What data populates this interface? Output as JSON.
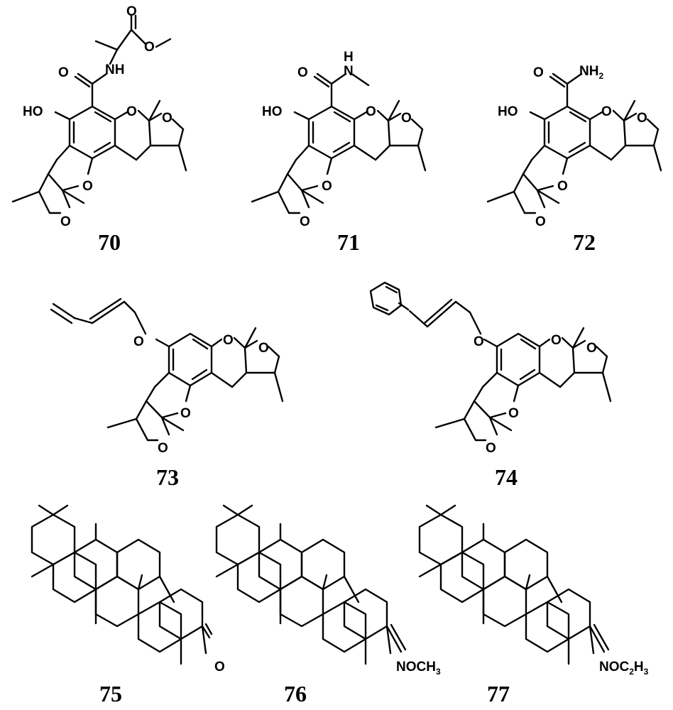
{
  "compounds": [
    {
      "id": "70",
      "amide_labels": {
        "o_carbonyl": "O",
        "n": "NH",
        "ester_o1": "O",
        "ester_o2": "O"
      }
    },
    {
      "id": "71",
      "amide_labels": {
        "o_carbonyl": "O",
        "n": "N",
        "h": "H"
      }
    },
    {
      "id": "72",
      "amide_labels": {
        "o_carbonyl": "O",
        "n": "NH",
        "n_sub": "2"
      }
    },
    {
      "id": "73"
    },
    {
      "id": "74"
    },
    {
      "id": "75",
      "ketone": "O"
    },
    {
      "id": "76",
      "oxime": {
        "main": "NOCH",
        "sub": "3"
      }
    },
    {
      "id": "77",
      "oxime": {
        "main": "NOC",
        "sub1": "2",
        "mid": "H",
        "sub2": "3"
      }
    }
  ],
  "atoms": {
    "hydroxyl": "HO",
    "oxygen": "O"
  }
}
